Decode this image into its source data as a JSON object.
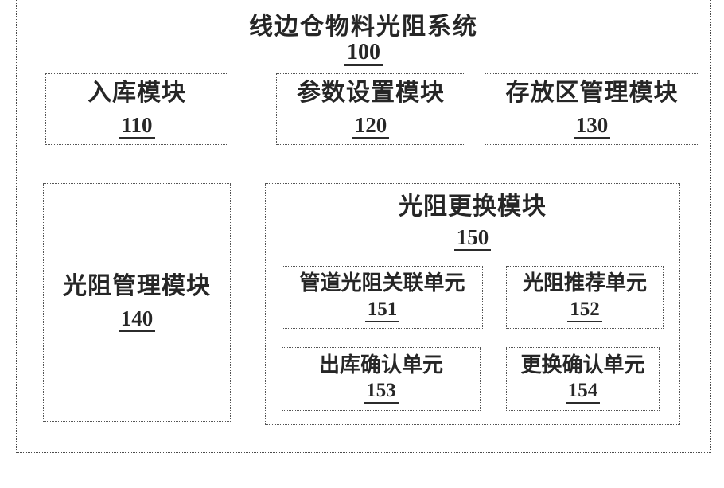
{
  "diagram": {
    "title": {
      "label": "线边仓物料光阻系统",
      "ref": "100"
    },
    "top_modules": [
      {
        "label": "入库模块",
        "ref": "110"
      },
      {
        "label": "参数设置模块",
        "ref": "120"
      },
      {
        "label": "存放区管理模块",
        "ref": "130"
      }
    ],
    "left_module": {
      "label": "光阻管理模块",
      "ref": "140"
    },
    "replace_module": {
      "label": "光阻更换模块",
      "ref": "150",
      "units": [
        {
          "label": "管道光阻关联单元",
          "ref": "151"
        },
        {
          "label": "光阻推荐单元",
          "ref": "152"
        },
        {
          "label": "出库确认单元",
          "ref": "153"
        },
        {
          "label": "更换确认单元",
          "ref": "154"
        }
      ]
    },
    "colors": {
      "line": "#555555",
      "text": "#262626",
      "background": "#ffffff"
    }
  }
}
